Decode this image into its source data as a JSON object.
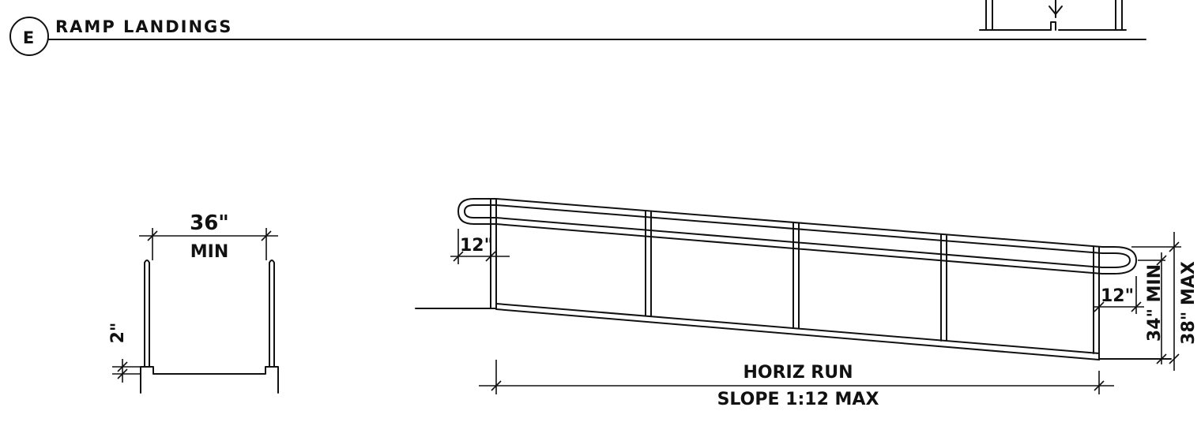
{
  "detail": {
    "marker": "E",
    "title": "RAMP LANDINGS"
  },
  "section": {
    "width_value": "36\"",
    "width_qualifier": "MIN",
    "curb_height": "2\""
  },
  "elevation": {
    "extension_left": "12\"",
    "extension_right": "12\"",
    "rail_height_min": "34\" MIN",
    "rail_height_max": "38\" MAX",
    "run_label": "HORIZ RUN",
    "slope_label": "SLOPE 1:12 MAX"
  }
}
